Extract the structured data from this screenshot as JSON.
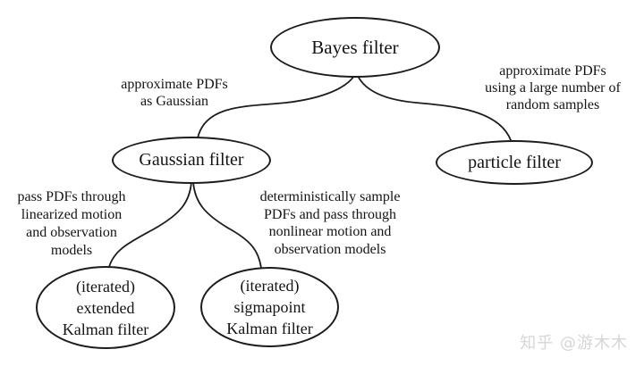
{
  "canvas": {
    "background": "#ffffff",
    "line_color": "#1c1c1c",
    "text_color": "#141414"
  },
  "nodes": {
    "bayes": {
      "label": "Bayes filter"
    },
    "gaussian": {
      "label": "Gaussian filter"
    },
    "particle": {
      "label": "particle filter"
    },
    "iekf": {
      "lines": [
        "(iterated)",
        "extended",
        "Kalman filter"
      ]
    },
    "iskf": {
      "lines": [
        "(iterated)",
        "sigmapoint",
        "Kalman filter"
      ]
    }
  },
  "edge_labels": {
    "bayes_to_gaussian": {
      "lines": [
        "approximate PDFs",
        "as Gaussian"
      ]
    },
    "bayes_to_particle": {
      "lines": [
        "approximate PDFs",
        "using a large number of",
        "random samples"
      ]
    },
    "gaussian_to_iekf": {
      "lines": [
        "pass PDFs through",
        "linearized motion",
        "and observation",
        "models"
      ]
    },
    "gaussian_to_iskf": {
      "lines": [
        "deterministically sample",
        "PDFs and pass through",
        "nonlinear motion and",
        "observation models"
      ]
    }
  },
  "watermark": {
    "text": "知乎 @游木木",
    "color": "#d6d6d6"
  }
}
